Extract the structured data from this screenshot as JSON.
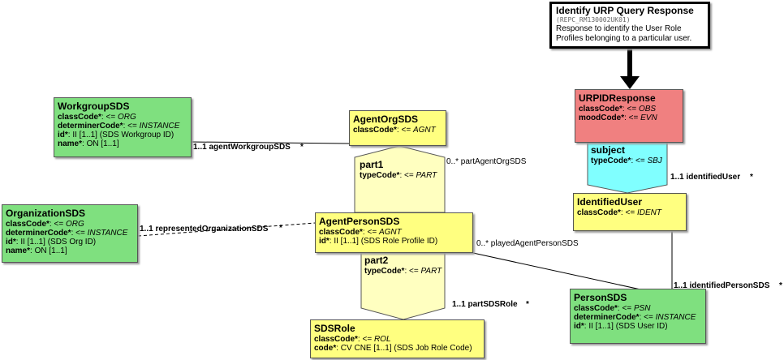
{
  "interaction": {
    "title": "Identify URP Query Response",
    "code": "(REPC_RM130002UK01)",
    "description": "Response to identify the User Role Profiles belonging to a particular user."
  },
  "classes": {
    "workgroup": {
      "name": "WorkgroupSDS",
      "attrs": [
        {
          "n": "classCode*",
          "op": ": <= ",
          "v": "ORG",
          "it": true
        },
        {
          "n": "determinerCode*",
          "op": ": <= ",
          "v": "INSTANCE",
          "it": true
        },
        {
          "n": "id*",
          "op": ": ",
          "v": "II [1..1] (SDS Workgroup ID)",
          "it": false
        },
        {
          "n": "name*",
          "op": ": ",
          "v": "ON [1..1]",
          "it": false
        }
      ]
    },
    "organization": {
      "name": "OrganizationSDS",
      "attrs": [
        {
          "n": "classCode*",
          "op": ": <= ",
          "v": "ORG",
          "it": true
        },
        {
          "n": "determinerCode*",
          "op": ": <= ",
          "v": "INSTANCE",
          "it": true
        },
        {
          "n": "id*",
          "op": ": ",
          "v": "II [1..1] (SDS Org ID)",
          "it": false
        },
        {
          "n": "name*",
          "op": ": ",
          "v": "ON [1..1]",
          "it": false
        }
      ]
    },
    "agentOrg": {
      "name": "AgentOrgSDS",
      "attrs": [
        {
          "n": "classCode*",
          "op": ": <= ",
          "v": "AGNT",
          "it": true
        }
      ]
    },
    "part1": {
      "name": "part1",
      "attrs": [
        {
          "n": "typeCode*",
          "op": ": <= ",
          "v": "PART",
          "it": true
        }
      ]
    },
    "agentPerson": {
      "name": "AgentPersonSDS",
      "attrs": [
        {
          "n": "classCode*",
          "op": ": <= ",
          "v": "AGNT",
          "it": true
        },
        {
          "n": "id*",
          "op": ": ",
          "v": "II [1..1] (SDS Role Profile ID)",
          "it": false
        }
      ]
    },
    "part2": {
      "name": "part2",
      "attrs": [
        {
          "n": "typeCode*",
          "op": ": <= ",
          "v": "PART",
          "it": true
        }
      ]
    },
    "sdsRole": {
      "name": "SDSRole",
      "attrs": [
        {
          "n": "classCode*",
          "op": ": <= ",
          "v": "ROL",
          "it": true
        },
        {
          "n": "code*",
          "op": ": ",
          "v": "CV CNE [1..1] (SDS Job Role Code)",
          "it": false
        }
      ]
    },
    "urpid": {
      "name": "URPIDResponse",
      "attrs": [
        {
          "n": "classCode*",
          "op": ": <= ",
          "v": "OBS",
          "it": true
        },
        {
          "n": "moodCode*",
          "op": ": <= ",
          "v": "EVN",
          "it": true
        }
      ]
    },
    "subject": {
      "name": "subject",
      "attrs": [
        {
          "n": "typeCode*",
          "op": ": <= ",
          "v": "SBJ",
          "it": true
        }
      ]
    },
    "identifiedUser": {
      "name": "IdentifiedUser",
      "attrs": [
        {
          "n": "classCode*",
          "op": ": <= ",
          "v": "IDENT",
          "it": true
        }
      ]
    },
    "person": {
      "name": "PersonSDS",
      "attrs": [
        {
          "n": "classCode*",
          "op": ": <= ",
          "v": "PSN",
          "it": true
        },
        {
          "n": "determinerCode*",
          "op": ": <= ",
          "v": "INSTANCE",
          "it": true
        },
        {
          "n": "id*",
          "op": ": ",
          "v": "II [1..1] (SDS User ID)",
          "it": false
        }
      ]
    }
  },
  "associations": {
    "agentWorkgroup": "1..1 agentWorkgroupSDS",
    "agentWorkgroupStar": "*",
    "partAgentOrg": "0..* partAgentOrgSDS",
    "representedOrg": "1..1 representedOrganizationSDS",
    "representedOrgStar": "*",
    "playedAgentPerson": "0..* playedAgentPersonSDS",
    "partSdsRole": "1..1 partSDSRole",
    "partSdsRoleStar": "*",
    "identifiedUser": "1..1 identifiedUser",
    "identifiedUserStar": "*",
    "identifiedPerson": "1..1 identifiedPersonSDS",
    "identifiedPersonStar": "*"
  },
  "colors": {
    "entity": "#7fe07f",
    "role": "#ffff80",
    "participation": "#ffffc0",
    "act": "#f08080",
    "actRelationship": "#80ffff"
  }
}
